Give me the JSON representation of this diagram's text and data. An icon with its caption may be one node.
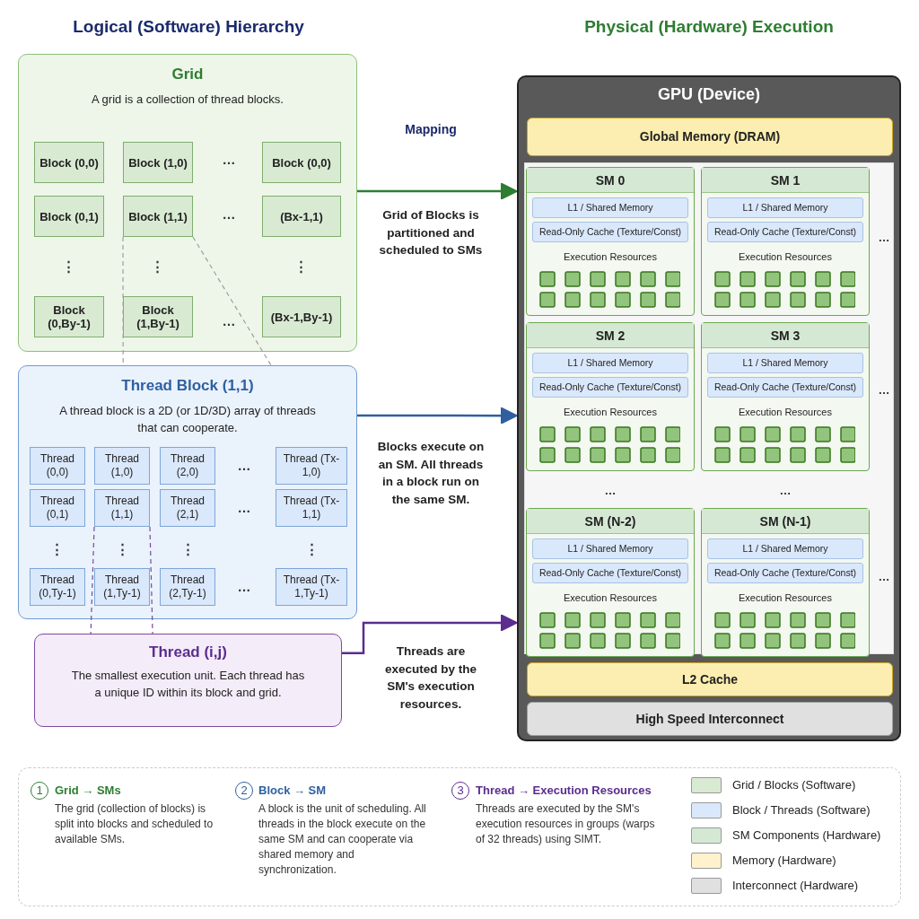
{
  "diagram": {
    "nodes": [
      {
        "text": [
          "Grid",
          "A grid is a collection of thread blocks."
        ]
      },
      {
        "text": [
          "Block (0,0)"
        ],
        "in": 0
      },
      {
        "text": [
          "Block (1,0)"
        ],
        "in": 0
      },
      {
        "text": [
          "Block (0,0)"
        ],
        "in": 0
      },
      {
        "text": [
          "Block (0,1)"
        ],
        "in": 0
      },
      {
        "text": [
          "Block (1,1)"
        ],
        "in": 0
      },
      {
        "text": [
          "(Bx-1,1)"
        ],
        "in": 0
      },
      {
        "text": [
          "Block (0,By-1)"
        ],
        "in": 0
      },
      {
        "text": [
          "Block (1,By-1)"
        ],
        "in": 0
      },
      {
        "text": [
          "(Bx-1,By-1)"
        ],
        "in": 0
      },
      {
        "text": [
          "Thread Block (1,1)",
          "A thread block is a 2D (or 1D/3D) array of threads that can cooperate."
        ]
      },
      {
        "text": [
          "Thread (0,0)"
        ],
        "in": 10
      },
      {
        "text": [
          "Thread (1,0)"
        ],
        "in": 10
      },
      {
        "text": [
          "Thread (2,0)"
        ],
        "in": 10
      },
      {
        "text": [
          "Thread (Tx-1,0)"
        ],
        "in": 10
      },
      {
        "text": [
          "Thread (0,1)"
        ],
        "in": 10
      },
      {
        "text": [
          "Thread (1,1)"
        ],
        "in": 10
      },
      {
        "text": [
          "Thread (2,1)"
        ],
        "in": 10
      },
      {
        "text": [
          "Thread (Tx-1,1)"
        ],
        "in": 10
      },
      {
        "text": [
          "Thread (0,Ty-1)"
        ],
        "in": 10
      },
      {
        "text": [
          "Thread (1,Ty-1)"
        ],
        "in": 10
      },
      {
        "text": [
          "Thread (2,Ty-1)"
        ],
        "in": 10
      },
      {
        "text": [
          "Thread (Tx-1,Ty-1)"
        ],
        "in": 10
      },
      {
        "text": [
          "Thread (i,j)",
          "The smallest execution unit. Each thread has a unique ID within its block and grid."
        ]
      },
      {
        "text": [
          "GPU (Device)"
        ]
      },
      {
        "text": [
          "Global Memory (DRAM)"
        ],
        "in": 24
      },
      {
        "text": [
          "SM 0"
        ],
        "in": 24
      },
      {
        "text": [
          "L1 / Shared Memory"
        ],
        "in": 26
      },
      {
        "text": [
          "Read-Only Cache (Texture/Const)"
        ],
        "in": 26
      },
      {
        "text": [
          "Execution Resources"
        ],
        "in": 26
      },
      {
        "text": [
          "SM 1"
        ],
        "in": 24
      },
      {
        "text": [
          "L1 / Shared Memory"
        ],
        "in": 30
      },
      {
        "text": [
          "Read-Only Cache (Texture/Const)"
        ],
        "in": 30
      },
      {
        "text": [
          "Execution Resources"
        ],
        "in": 30
      },
      {
        "text": [
          "SM 2"
        ],
        "in": 24
      },
      {
        "text": [
          "L1 / Shared Memory"
        ],
        "in": 34
      },
      {
        "text": [
          "Read-Only Cache (Texture/Const)"
        ],
        "in": 34
      },
      {
        "text": [
          "Execution Resources"
        ],
        "in": 34
      },
      {
        "text": [
          "SM 3"
        ],
        "in": 24
      },
      {
        "text": [
          "L1 / Shared Memory"
        ],
        "in": 38
      },
      {
        "text": [
          "Read-Only Cache (Texture/Const)"
        ],
        "in": 38
      },
      {
        "text": [
          "Execution Resources"
        ],
        "in": 38
      },
      {
        "text": [
          "SM (N-2)"
        ],
        "in": 24
      },
      {
        "text": [
          "L1 / Shared Memory"
        ],
        "in": 42
      },
      {
        "text": [
          "Read-Only Cache (Texture/Const)"
        ],
        "in": 42
      },
      {
        "text": [
          "Execution Resources"
        ],
        "in": 42
      },
      {
        "text": [
          "SM (N-1)"
        ],
        "in": 24
      },
      {
        "text": [
          "L1 / Shared Memory"
        ],
        "in": 46
      },
      {
        "text": [
          "Read-Only Cache (Texture/Const)"
        ],
        "in": 46
      },
      {
        "text": [
          "Execution Resources"
        ],
        "in": 46
      },
      {
        "text": [
          "L2 Cache"
        ],
        "in": 24
      },
      {
        "text": [
          "High Speed Interconnect"
        ],
        "in": 24
      },
      {
        "text": [],
        "shape": "box"
      }
    ],
    "edges": [
      {
        "from": 0,
        "to": 24,
        "arrow": "to",
        "label": "Grid of Blocks is partitioned and scheduled to SMs",
        "color": "#2e7d32"
      },
      {
        "from": 10,
        "to": 24,
        "arrow": "to",
        "label": "Blocks execute on an SM. All threads in a block run on the same SM.",
        "color": "#2f5fa0"
      },
      {
        "from": 23,
        "to": 24,
        "arrow": "to",
        "label": "Threads are executed by the SM's execution resources.",
        "color": "#5b2d8e"
      },
      {
        "from": 5,
        "to": 10,
        "arrow": "none",
        "style": "dashed",
        "color": "#9e9e9e"
      },
      {
        "from": 5,
        "to": 10,
        "arrow": "none",
        "style": "dashed",
        "color": "#9e9e9e"
      },
      {
        "from": 16,
        "to": 23,
        "arrow": "none",
        "style": "dashed",
        "color": "#7b4a9e"
      },
      {
        "from": 16,
        "to": 23,
        "arrow": "none",
        "style": "dashed",
        "color": "#7b4a9e"
      }
    ],
    "labels": [
      "Logical (Software) Hierarchy",
      "Physical (Hardware) Execution",
      "Mapping",
      "…",
      "…",
      "⋮",
      "⋮",
      "⋮",
      "…",
      "…",
      "…",
      "⋮",
      "⋮",
      "⋮",
      "⋮",
      "…",
      "…",
      "…",
      "…",
      "…",
      "…",
      "1",
      "Grid → SMs",
      "The grid (collection of blocks) is split into blocks and scheduled to available SMs.",
      "2",
      "Block → SM",
      "A block is the unit of scheduling. All threads in the block execute on the same SM and can cooperate via shared memory and synchronization.",
      "3",
      "Thread → Execution Resources",
      "Threads are executed by the SM's execution resources in groups (warps of 32 threads) using SIMT."
    ],
    "legend": [
      {
        "text": "Grid / Blocks (Software)",
        "color": "#d9ead3"
      },
      {
        "text": "Block / Threads (Software)",
        "color": "#dae8fc"
      },
      {
        "text": "SM Components (Hardware)",
        "color": "#d5e8d4"
      },
      {
        "text": "Memory (Hardware)",
        "color": "#fff2cc"
      },
      {
        "text": "Interconnect (Hardware)",
        "color": "#e0e0e0"
      }
    ]
  }
}
